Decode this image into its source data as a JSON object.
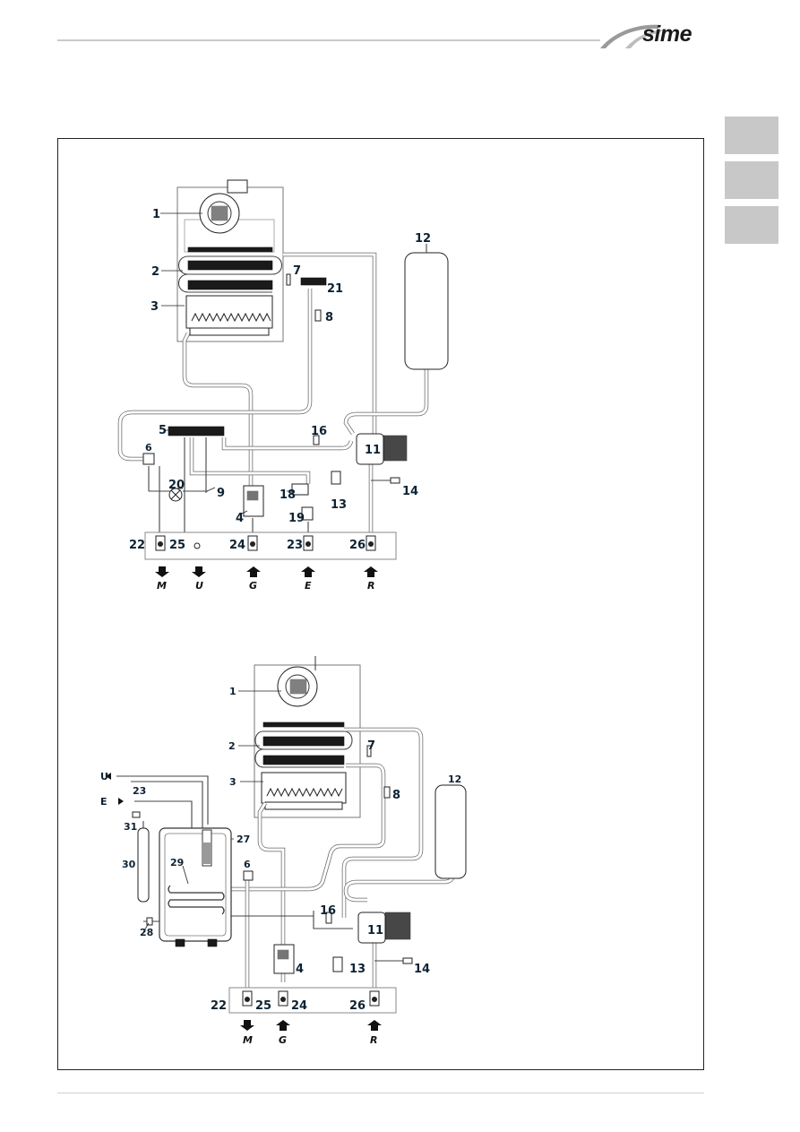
{
  "brand": {
    "name": "sime"
  },
  "side_tabs": [
    {
      "id": "tab-1"
    },
    {
      "id": "tab-2"
    },
    {
      "id": "tab-3"
    }
  ],
  "diagram_top": {
    "component_labels": [
      "1",
      "2",
      "3",
      "5",
      "6",
      "7",
      "8",
      "9",
      "11",
      "12",
      "13",
      "14",
      "16",
      "18",
      "19",
      "20",
      "21",
      "4",
      "22",
      "23",
      "24",
      "25",
      "26"
    ],
    "connections": [
      "M",
      "U",
      "G",
      "E",
      "R"
    ]
  },
  "diagram_bottom": {
    "component_labels": [
      "1",
      "2",
      "3",
      "4",
      "6",
      "7",
      "8",
      "11",
      "12",
      "13",
      "14",
      "16",
      "22",
      "23",
      "24",
      "25",
      "26",
      "27",
      "28",
      "29",
      "30",
      "31"
    ],
    "side_letters": [
      "U",
      "E"
    ],
    "connections": [
      "M",
      "G",
      "R"
    ]
  },
  "labels": {
    "t1": "1",
    "t2": "2",
    "t3": "3",
    "t4": "4",
    "t5": "5",
    "t6": "6",
    "t7": "7",
    "t8": "8",
    "t9": "9",
    "t11": "11",
    "t12": "12",
    "t13": "13",
    "t14": "14",
    "t16": "16",
    "t18": "18",
    "t19": "19",
    "t20": "20",
    "t21": "21",
    "t22": "22",
    "t23": "23",
    "t24": "24",
    "t25": "25",
    "t26": "26",
    "tM": "M",
    "tU": "U",
    "tG": "G",
    "tE": "E",
    "tR": "R",
    "b1": "1",
    "b2": "2",
    "b3": "3",
    "b4": "4",
    "b6": "6",
    "b7": "7",
    "b8": "8",
    "b11": "11",
    "b12": "12",
    "b13": "13",
    "b14": "14",
    "b16": "16",
    "b22": "22",
    "b23": "23",
    "b24": "24",
    "b25": "25",
    "b26": "26",
    "b27": "27",
    "b28": "28",
    "b29": "29",
    "b30": "30",
    "b31": "31",
    "bU": "U",
    "bE": "E",
    "bM": "M",
    "bG": "G",
    "bR": "R"
  }
}
